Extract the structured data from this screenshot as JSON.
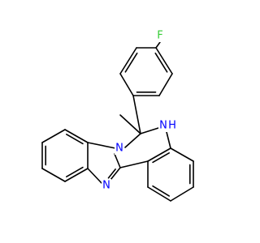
{
  "molecule": {
    "colors": {
      "bond": "#000000",
      "carbon": "#000000",
      "nitrogen": "#0000ff",
      "fluorine": "#33cc33"
    },
    "atom_labels": {
      "fluorine": "F",
      "amine_n": "N",
      "amine_h": "H",
      "ring_n": "N",
      "imine_n": "N"
    }
  }
}
